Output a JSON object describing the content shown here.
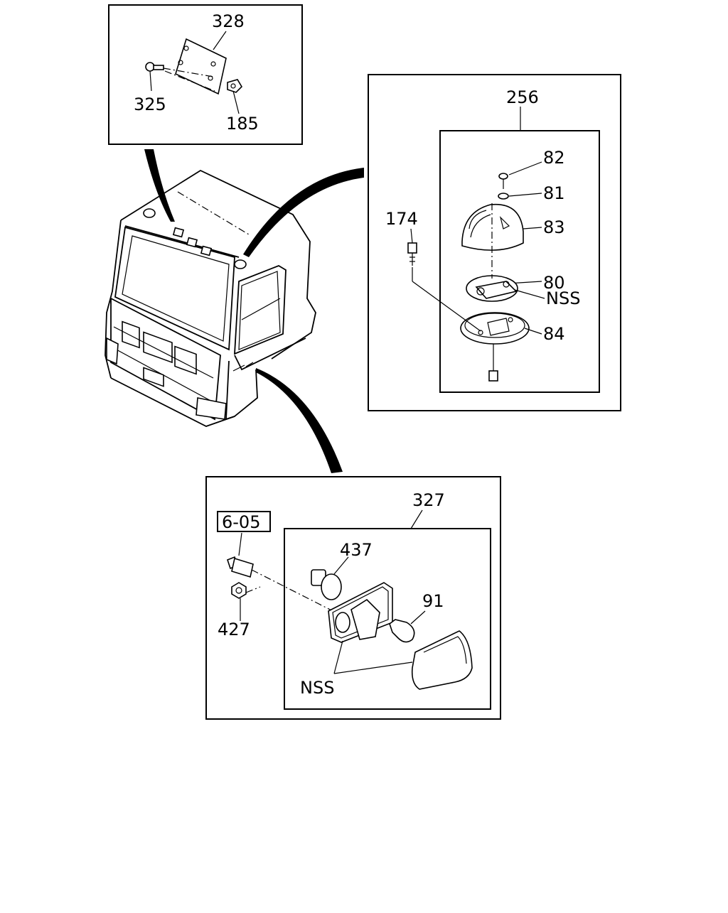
{
  "labels": {
    "p328": "328",
    "p325": "325",
    "p185": "185",
    "p256": "256",
    "p82": "82",
    "p81": "81",
    "p83": "83",
    "p80": "80",
    "p174": "174",
    "nss1": "NSS",
    "p84": "84",
    "p327": "327",
    "ref605": "6-05",
    "p437": "437",
    "p91": "91",
    "p427": "427",
    "nss2": "NSS"
  }
}
